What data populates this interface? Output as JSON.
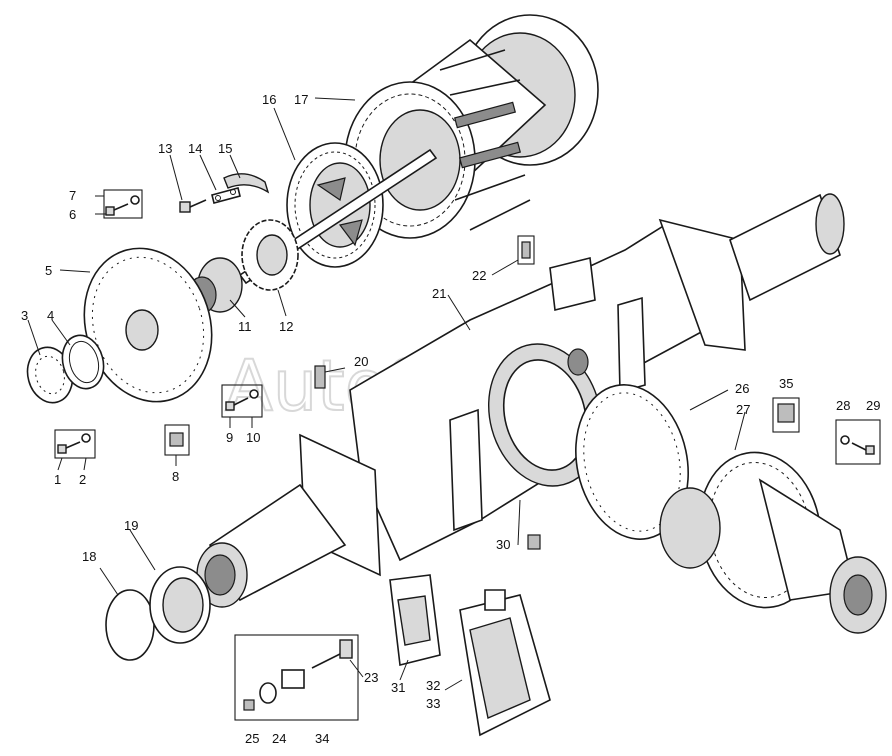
{
  "watermark": "AutoSoft",
  "callouts": [
    {
      "id": "c1",
      "text": "1"
    },
    {
      "id": "c2",
      "text": "2"
    },
    {
      "id": "c3",
      "text": "3"
    },
    {
      "id": "c4",
      "text": "4"
    },
    {
      "id": "c5",
      "text": "5"
    },
    {
      "id": "c6",
      "text": "6"
    },
    {
      "id": "c7",
      "text": "7"
    },
    {
      "id": "c8",
      "text": "8"
    },
    {
      "id": "c9",
      "text": "9"
    },
    {
      "id": "c10",
      "text": "10"
    },
    {
      "id": "c11",
      "text": "11"
    },
    {
      "id": "c12",
      "text": "12"
    },
    {
      "id": "c13",
      "text": "13"
    },
    {
      "id": "c14",
      "text": "14"
    },
    {
      "id": "c15",
      "text": "15"
    },
    {
      "id": "c16",
      "text": "16"
    },
    {
      "id": "c17",
      "text": "17"
    },
    {
      "id": "c18",
      "text": "18"
    },
    {
      "id": "c19",
      "text": "19"
    },
    {
      "id": "c20",
      "text": "20"
    },
    {
      "id": "c21",
      "text": "21"
    },
    {
      "id": "c22",
      "text": "22"
    },
    {
      "id": "c23",
      "text": "23"
    },
    {
      "id": "c24",
      "text": "24"
    },
    {
      "id": "c25",
      "text": "25"
    },
    {
      "id": "c26",
      "text": "26"
    },
    {
      "id": "c27",
      "text": "27"
    },
    {
      "id": "c28",
      "text": "28"
    },
    {
      "id": "c29",
      "text": "29"
    },
    {
      "id": "c30",
      "text": "30"
    },
    {
      "id": "c31",
      "text": "31"
    },
    {
      "id": "c32",
      "text": "32"
    },
    {
      "id": "c33",
      "text": "33"
    },
    {
      "id": "c34",
      "text": "34"
    },
    {
      "id": "c35",
      "text": "35"
    }
  ]
}
